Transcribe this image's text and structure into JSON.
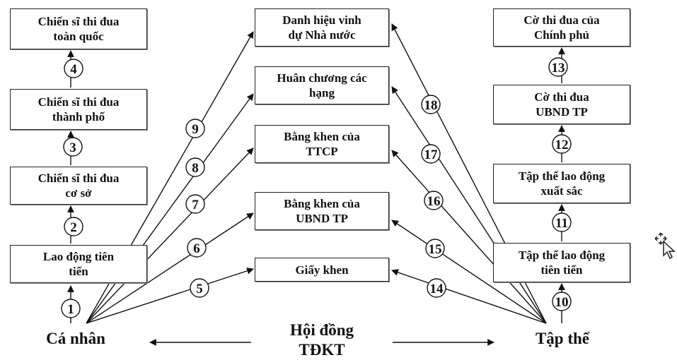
{
  "left_column": [
    {
      "id": "b-toanquoc",
      "text": "Chiến sĩ thi đua\ntoàn quốc"
    },
    {
      "id": "b-thanhpho",
      "text": "Chiến sĩ thi đua\nthành phố"
    },
    {
      "id": "b-coso",
      "text": "Chiến sĩ thi đua\ncơ sở"
    },
    {
      "id": "b-laodong",
      "text": "Lao động tiên\ntiến"
    }
  ],
  "middle_column": [
    {
      "id": "m-danhhieu",
      "text": "Danh hiệu vinh\ndự Nhà nước"
    },
    {
      "id": "m-huanchuong",
      "text": "Huân chương các\nhạng"
    },
    {
      "id": "m-ttcp",
      "text": "Bằng khen của\nTTCP"
    },
    {
      "id": "m-ubnd",
      "text": "Bằng khen của\nUBND TP"
    },
    {
      "id": "m-giaykhen",
      "text": "Giấy khen"
    }
  ],
  "right_column": [
    {
      "id": "r-cophu",
      "text": "Cờ thi đua của\nChính phủ"
    },
    {
      "id": "r-coubnd",
      "text": "Cờ thi đua\nUBND TP"
    },
    {
      "id": "r-xuatsac",
      "text": "Tập thể lao động\nxuất sắc"
    },
    {
      "id": "r-tientien",
      "text": "Tập thể lao động\ntiên tiến"
    }
  ],
  "bottom": {
    "left": "Cá nhân",
    "center": "Hội đồng\nTĐKT",
    "right": "Tập thể"
  },
  "numbers": [
    "1",
    "2",
    "3",
    "4",
    "5",
    "6",
    "7",
    "8",
    "9",
    "10",
    "11",
    "12",
    "13",
    "14",
    "15",
    "16",
    "17",
    "18"
  ]
}
